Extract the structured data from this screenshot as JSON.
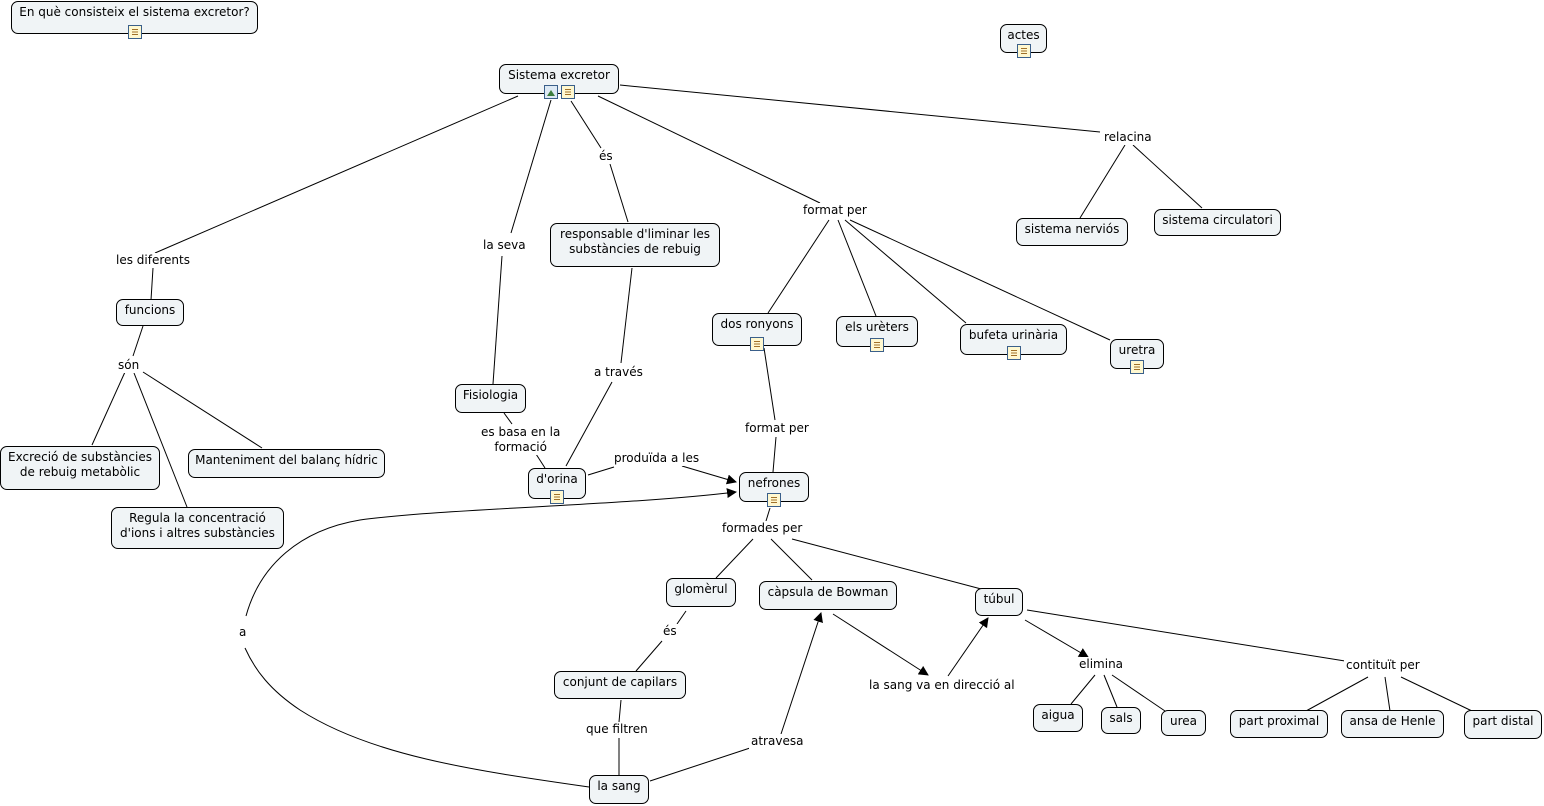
{
  "diagram": {
    "question": "En què consisteix el sistema excretor?",
    "nodes": {
      "actes": "actes",
      "sistema": "Sistema excretor",
      "funcions": "funcions",
      "excrecio_l1": "Excreció de substàncies",
      "excrecio_l2": "de rebuig metabòlic",
      "manteniment": "Manteniment del balanç hídric",
      "regula_l1": "Regula la concentració",
      "regula_l2": "d'ions i altres substàncies",
      "fisiologia": "Fisiologia",
      "responsable_l1": "responsable d'liminar les",
      "responsable_l2": "substàncies de rebuig",
      "dorina": "d'orina",
      "ronyons": "dos ronyons",
      "ureters": "els urèters",
      "bufeta": "bufeta urinària",
      "uretra": "uretra",
      "nervios": "sistema nerviós",
      "circulatori": "sistema circulatori",
      "nefrones": "nefrones",
      "glomerul": "glomèrul",
      "bowman": "càpsula de Bowman",
      "tubul": "túbul",
      "capilars": "conjunt de capilars",
      "sang": "la sang",
      "aigua": "aigua",
      "sals": "sals",
      "urea": "urea",
      "proximal": "part proximal",
      "henle": "ansa de Henle",
      "distal": "part distal"
    },
    "links": {
      "diferents": "les diferents",
      "son": "són",
      "seva": "la seva",
      "es1": "és",
      "format1": "format per",
      "relacina": "relacina",
      "basa_l1": "es basa en la",
      "basa_l2": "formació",
      "traves": "a través",
      "produida": "produïda a les",
      "format2": "format per",
      "formades": "formades per",
      "es2": "és",
      "filtren": "que filtren",
      "atravesa": "atravesa",
      "direccio": "la sang va en direcció al",
      "elimina": "elimina",
      "constituit": "contituït per",
      "a": "a"
    },
    "icon_names": [
      "document-icon",
      "image-icon"
    ],
    "colors": {
      "node_fill": "#f0f4f6",
      "node_border": "#000000",
      "line": "#000000"
    }
  }
}
